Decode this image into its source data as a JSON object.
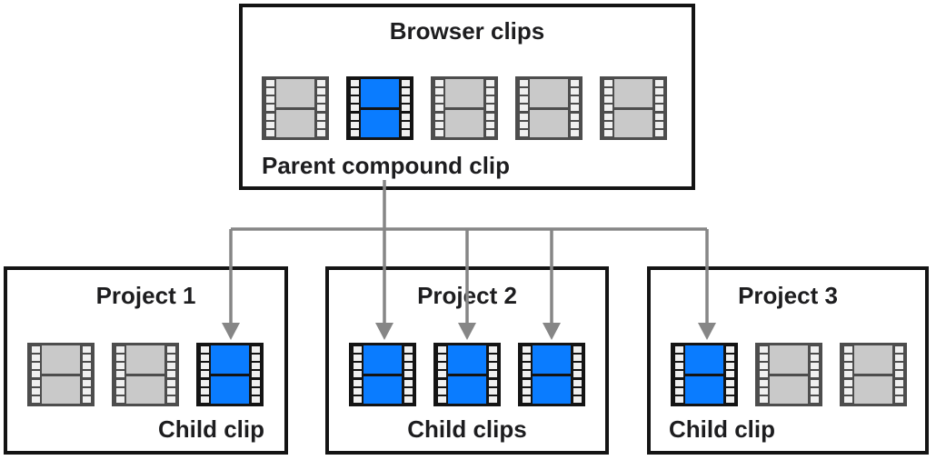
{
  "diagram": {
    "browser": {
      "title": "Browser clips",
      "caption": "Parent compound clip",
      "clips": [
        "gray",
        "blue",
        "gray",
        "gray",
        "gray"
      ]
    },
    "projects": [
      {
        "title": "Project 1",
        "caption": "Child clip",
        "clips": [
          "gray",
          "gray",
          "blue"
        ]
      },
      {
        "title": "Project 2",
        "caption": "Child clips",
        "clips": [
          "blue",
          "blue",
          "blue"
        ]
      },
      {
        "title": "Project 3",
        "caption": "Child clip",
        "clips": [
          "blue",
          "gray",
          "gray"
        ]
      }
    ]
  },
  "colors": {
    "clip_blue": "#0a7cff",
    "clip_gray": "#c9c9c9",
    "clip_gray_border": "#4d4d4d",
    "clip_blue_border": "#141414",
    "hole": "#f0f0f0",
    "arrow": "#868686",
    "box_border": "#141414",
    "text": "#1d1d1f",
    "background": "#ffffff"
  }
}
